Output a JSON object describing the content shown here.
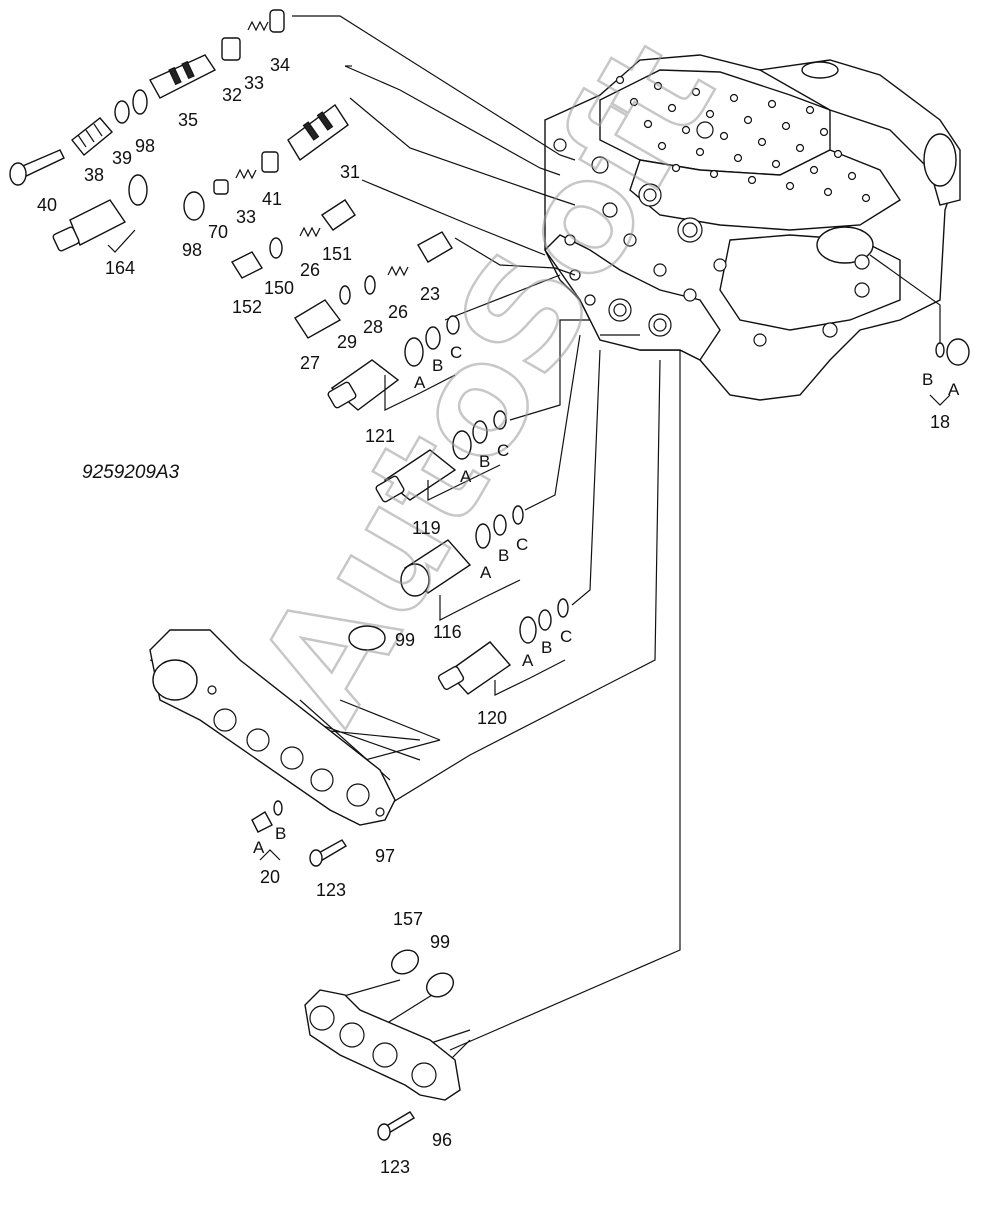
{
  "drawing_code": "9259209A3",
  "watermark": "AutoSoft",
  "callouts": {
    "p34": "34",
    "p33a": "33",
    "p32": "32",
    "p35": "35",
    "p98a": "98",
    "p39": "39",
    "p38": "38",
    "p40": "40",
    "p164": "164",
    "p31": "31",
    "p41": "41",
    "p33b": "33",
    "p70": "70",
    "p98b": "98",
    "p151": "151",
    "p26a": "26",
    "p150": "150",
    "p152": "152",
    "p23": "23",
    "p26b": "26",
    "p28": "28",
    "p29": "29",
    "p27": "27",
    "p121": "121",
    "p119": "119",
    "p116": "116",
    "p120": "120",
    "p99a": "99",
    "p97": "97",
    "p20": "20",
    "p123a": "123",
    "p18": "18",
    "p157": "157",
    "p99b": "99",
    "p96": "96",
    "p123b": "123"
  },
  "letters": {
    "A": "A",
    "B": "B",
    "C": "C"
  }
}
